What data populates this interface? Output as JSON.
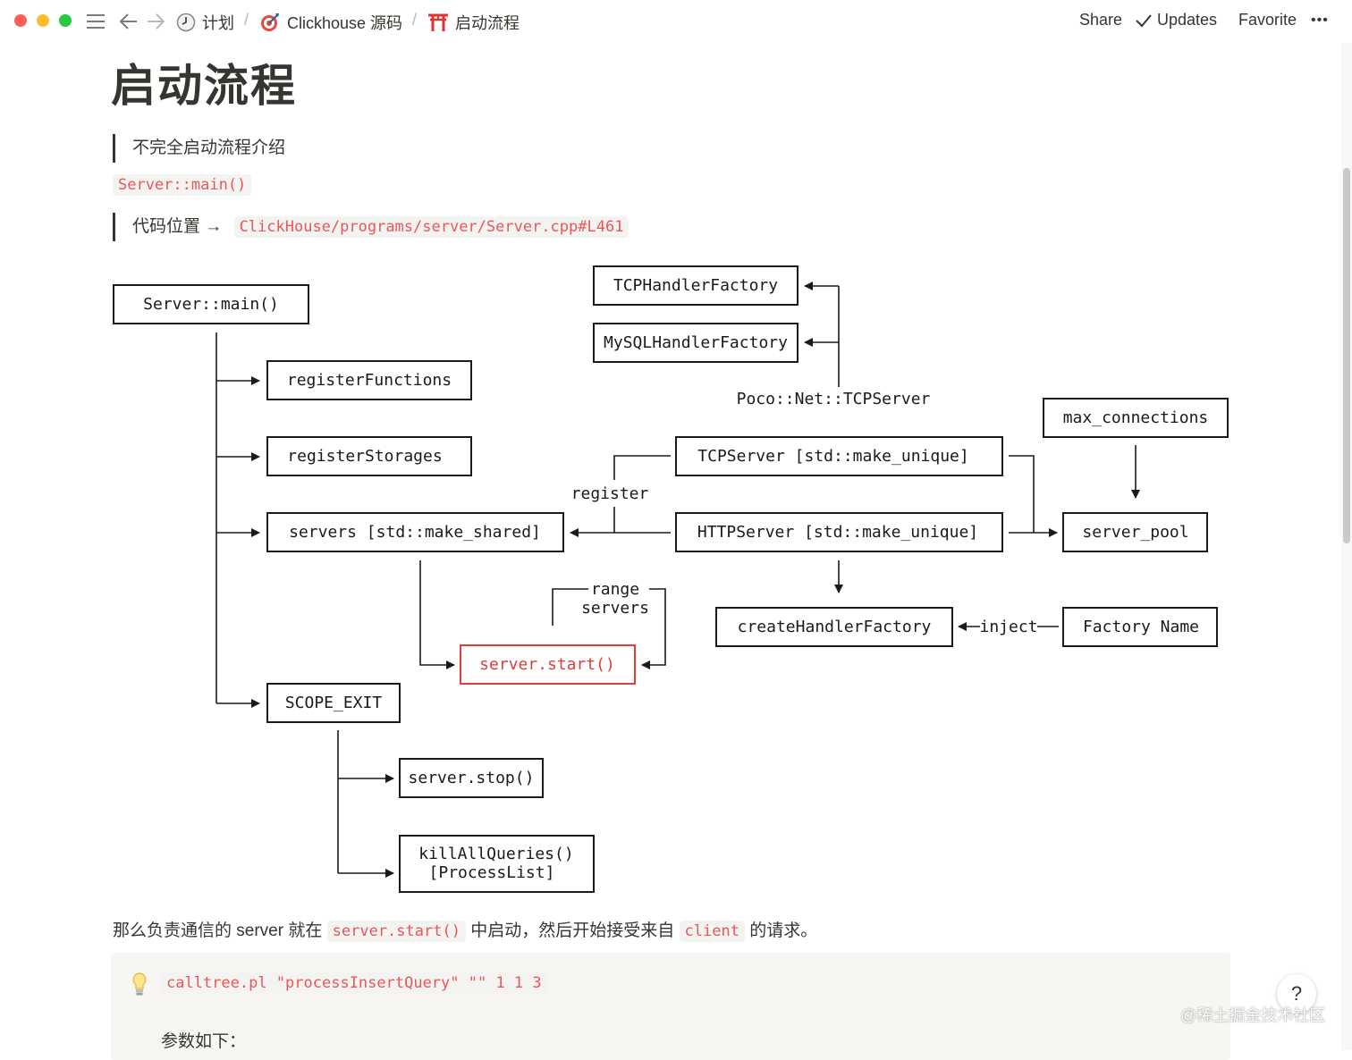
{
  "window": {
    "traffic_lights": [
      "#ff5f57",
      "#febc2e",
      "#28c840"
    ],
    "breadcrumbs": [
      {
        "icon": "clock-icon",
        "label": "计划"
      },
      {
        "icon": "target-icon",
        "label": "Clickhouse 源码"
      },
      {
        "icon": "torii-icon",
        "label": "启动流程"
      }
    ],
    "actions": {
      "share": "Share",
      "updates": "Updates",
      "favorite": "Favorite",
      "more": "•••"
    }
  },
  "page": {
    "title": "启动流程",
    "quote1": "不完全启动流程介绍",
    "code_main": "Server::main()",
    "quote2_text": "代码位置 →",
    "quote2_link": "ClickHouse/programs/server/Server.cpp#L461"
  },
  "diagram": {
    "boxes": {
      "main": "Server::main()",
      "register_functions": "registerFunctions",
      "register_storages": "registerStorages",
      "servers": "servers [std::make_shared]",
      "server_start": "server.start()",
      "scope_exit": "SCOPE_EXIT",
      "server_stop": "server.stop()",
      "kill_queries_1": "killAllQueries()",
      "kill_queries_2": "[ProcessList]",
      "tcp_handler_factory": "TCPHandlerFactory",
      "mysql_handler_factory": "MySQLHandlerFactory",
      "tcp_server": "TCPServer [std::make_unique]",
      "http_server": "HTTPServer [std::make_unique]",
      "max_connections": "max_connections",
      "server_pool": "server_pool",
      "create_handler_factory": "createHandlerFactory",
      "factory_name": "Factory Name"
    },
    "labels": {
      "poco": "Poco::Net::TCPServer",
      "register": "register",
      "range": "range",
      "servers": "servers",
      "inject": "inject"
    },
    "highlight_color": "#e03e3e"
  },
  "paragraph": {
    "p1": "那么负责通信的 server 就在",
    "code1": "server.start()",
    "p2": "中启动，然后开始接受来自",
    "code2": "client",
    "p3": "的请求。"
  },
  "callout": {
    "icon": "lightbulb-icon",
    "code": "calltree.pl \"processInsertQuery\" \"\" 1 1 3",
    "text": "参数如下："
  },
  "help": "?",
  "watermark": "@稀土掘金技术社区"
}
